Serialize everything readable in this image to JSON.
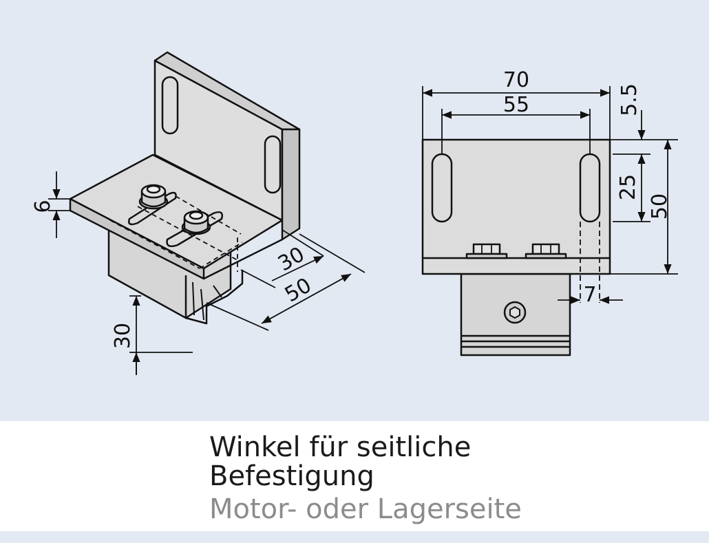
{
  "caption": {
    "title_line_1": "Winkel für seitliche",
    "title_line_2": "Befestigung",
    "subtitle": "Motor- oder Lagerseite",
    "title_color": "#1a1a1a",
    "subtitle_color": "#8c8c8c"
  },
  "dimensions": {
    "iso_thickness": "6",
    "iso_depth_inner": "30",
    "iso_depth_outer": "50",
    "iso_height": "30",
    "front_width_outer": "70",
    "front_width_inner": "55",
    "front_slot_top": "5.5",
    "front_slot_length": "25",
    "front_height": "50",
    "front_offset": "7"
  },
  "colors": {
    "background": "#e3e9f2",
    "caption_background": "#ffffff",
    "part_fill": "#d9d9d9",
    "line": "#111111"
  }
}
